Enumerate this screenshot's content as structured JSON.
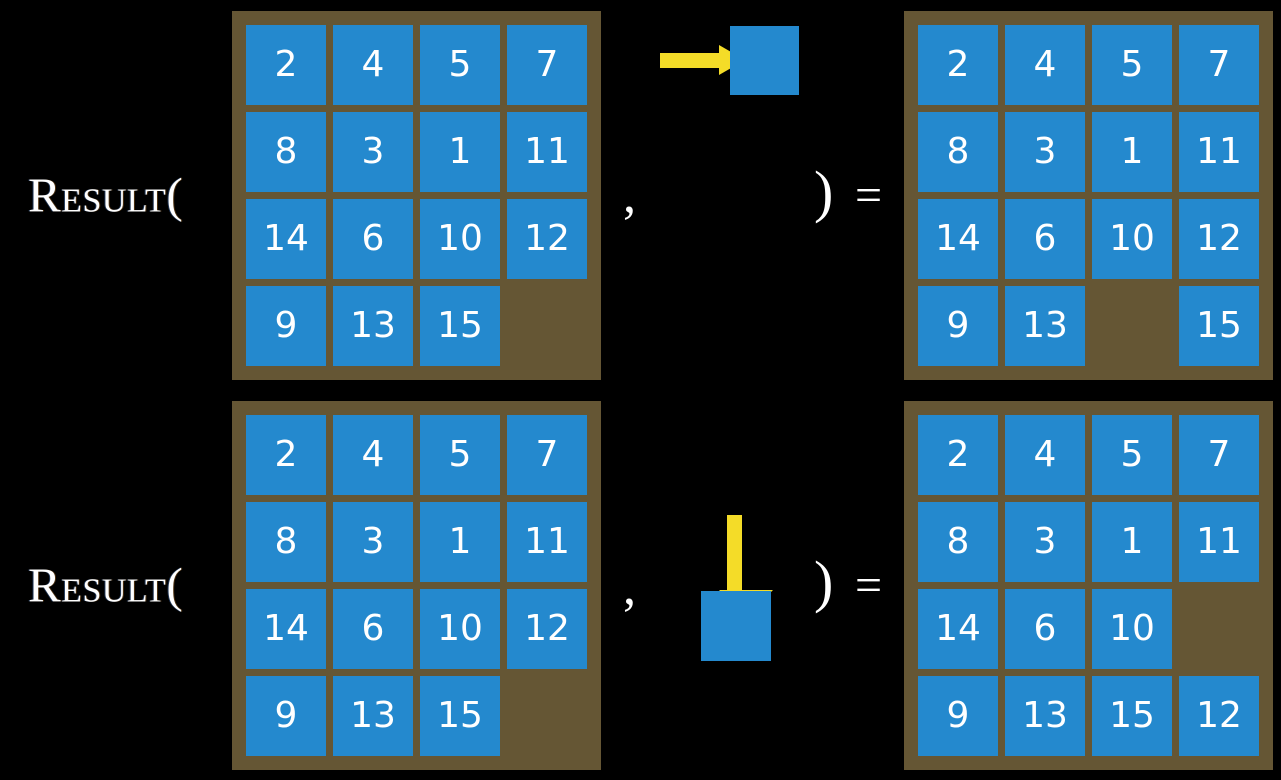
{
  "colors": {
    "background": "#000000",
    "board_background": "#655634",
    "tile_blue": "#2489ce",
    "arrow_yellow": "#f4dc28",
    "text_white": "#ffffff"
  },
  "rows": [
    {
      "label": "Result(",
      "comma": ",",
      "paren_close": ")",
      "equals": "=",
      "move_direction": "right",
      "input_board": {
        "rows": 4,
        "cols": 4,
        "cells": [
          [
            "2",
            "4",
            "5",
            "7"
          ],
          [
            "8",
            "3",
            "1",
            "11"
          ],
          [
            "14",
            "6",
            "10",
            "12"
          ],
          [
            "9",
            "13",
            "15",
            ""
          ]
        ]
      },
      "output_board": {
        "rows": 4,
        "cols": 4,
        "cells": [
          [
            "2",
            "4",
            "5",
            "7"
          ],
          [
            "8",
            "3",
            "1",
            "11"
          ],
          [
            "14",
            "6",
            "10",
            "12"
          ],
          [
            "9",
            "13",
            "",
            "15"
          ]
        ]
      }
    },
    {
      "label": "Result(",
      "comma": ",",
      "paren_close": ")",
      "equals": "=",
      "move_direction": "down",
      "input_board": {
        "rows": 4,
        "cols": 4,
        "cells": [
          [
            "2",
            "4",
            "5",
            "7"
          ],
          [
            "8",
            "3",
            "1",
            "11"
          ],
          [
            "14",
            "6",
            "10",
            "12"
          ],
          [
            "9",
            "13",
            "15",
            ""
          ]
        ]
      },
      "output_board": {
        "rows": 4,
        "cols": 4,
        "cells": [
          [
            "2",
            "4",
            "5",
            "7"
          ],
          [
            "8",
            "3",
            "1",
            "11"
          ],
          [
            "14",
            "6",
            "10",
            ""
          ],
          [
            "9",
            "13",
            "15",
            "12"
          ]
        ]
      }
    }
  ]
}
